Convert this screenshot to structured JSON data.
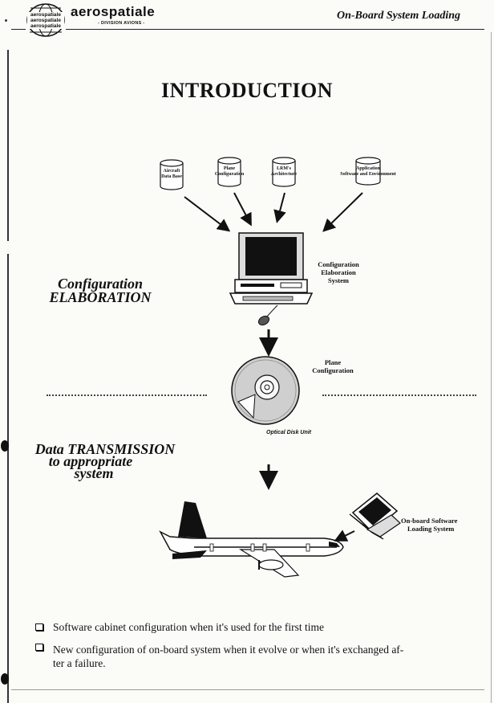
{
  "header": {
    "brand": "aerospatiale",
    "division": "- DIVISION AVIONS -",
    "logo_icon": "globe-logo-icon",
    "logo_lines": [
      "aerospatiale",
      "aerospatiale",
      "aerospatiale"
    ],
    "title": "On-Board System Loading"
  },
  "main_title": "INTRODUCTION",
  "databases": [
    {
      "lines": [
        "Aircraft",
        "Data Base"
      ]
    },
    {
      "lines": [
        "Plane",
        "Configuration"
      ]
    },
    {
      "lines": [
        "LRM's",
        "Architecture"
      ]
    },
    {
      "lines": [
        "Application",
        "Software and Environment"
      ]
    }
  ],
  "workstation": {
    "icon": "computer-workstation-icon",
    "label_lines": [
      "Configuration",
      "Elaboration",
      "System"
    ]
  },
  "section_1": {
    "lines": [
      "Configuration",
      "ELABORATION"
    ]
  },
  "disk": {
    "icon": "optical-disk-icon",
    "label_lines": [
      "Plane",
      "Configuration"
    ],
    "caption": "Optical Disk Unit"
  },
  "section_2": {
    "lines": [
      "Data  TRANSMISSION",
      "to appropriate",
      "system"
    ]
  },
  "aircraft": {
    "icon": "aircraft-icon"
  },
  "laptop": {
    "icon": "laptop-icon",
    "label_lines": [
      "On-board Software",
      "Loading System"
    ]
  },
  "bullets": [
    {
      "text": "Software cabinet configuration when it's used for the first time"
    },
    {
      "text": "New configuration of on-board system when it evolve or when it's exchanged af-",
      "text2": "ter a failure."
    }
  ],
  "colors": {
    "ink": "#111111",
    "paper": "#fbfbf8"
  }
}
